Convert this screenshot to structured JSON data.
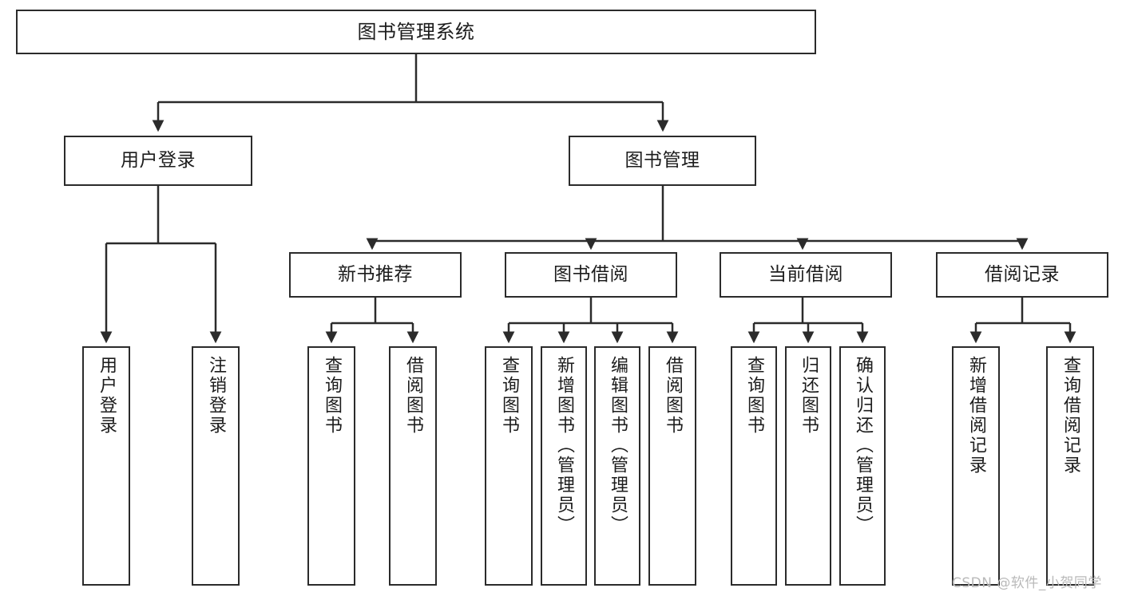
{
  "diagram": {
    "title": "图书管理系统",
    "watermark": "CSDN @软件_小贺同学",
    "colors": {
      "background": "#ffffff",
      "box_border": "#2b2b2b",
      "box_fill": "#ffffff",
      "connector": "#2b2b2b",
      "text": "#1c1c1c",
      "watermark": "#b9b9b9"
    },
    "root": {
      "label": "图书管理系统"
    },
    "level2": [
      {
        "label": "用户登录"
      },
      {
        "label": "图书管理"
      }
    ],
    "level3": [
      {
        "label": "新书推荐"
      },
      {
        "label": "图书借阅"
      },
      {
        "label": "当前借阅"
      },
      {
        "label": "借阅记录"
      }
    ],
    "leaves": {
      "user_login": [
        {
          "label": "用户登录"
        },
        {
          "label": "注销登录"
        }
      ],
      "new_book_recommend": [
        {
          "label": "查询图书"
        },
        {
          "label": "借阅图书"
        }
      ],
      "book_borrow": [
        {
          "label": "查询图书"
        },
        {
          "label": "新增图书（管理员）"
        },
        {
          "label": "编辑图书（管理员）"
        },
        {
          "label": "借阅图书"
        }
      ],
      "current_borrow": [
        {
          "label": "查询图书"
        },
        {
          "label": "归还图书"
        },
        {
          "label": "确认归还（管理员）"
        }
      ],
      "borrow_record": [
        {
          "label": "新增借阅记录"
        },
        {
          "label": "查询借阅记录"
        }
      ]
    }
  }
}
